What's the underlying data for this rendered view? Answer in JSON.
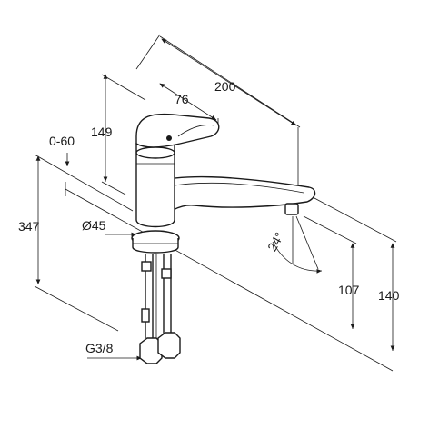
{
  "diagram": {
    "dimensions": {
      "depth_200": "200",
      "width_76": "76",
      "height_149": "149",
      "swivel_0_60": "0-60",
      "total_347": "347",
      "diameter_45": "Ø45",
      "angle_24": "24°",
      "spout_107": "107",
      "spout_140": "140",
      "thread_g38": "G3/8"
    }
  }
}
